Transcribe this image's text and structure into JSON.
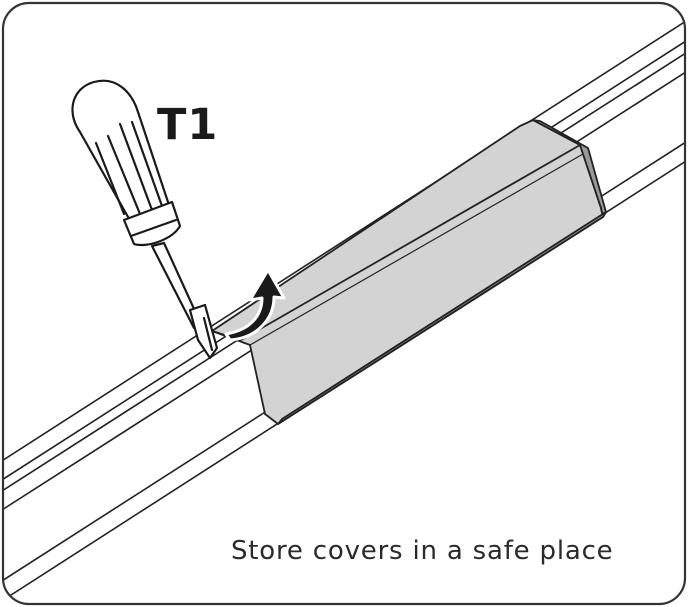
{
  "tool_label": "T1",
  "caption": "Store covers in a safe place",
  "colors": {
    "frame_border": "#333333",
    "cover_fill": "#d3d3d3",
    "cover_dark": "#9a9a9a",
    "arrow": "#1a1a1a",
    "line": "#222222"
  },
  "icons": {
    "tool": "screwdriver",
    "direction": "curved-arrow-up"
  }
}
